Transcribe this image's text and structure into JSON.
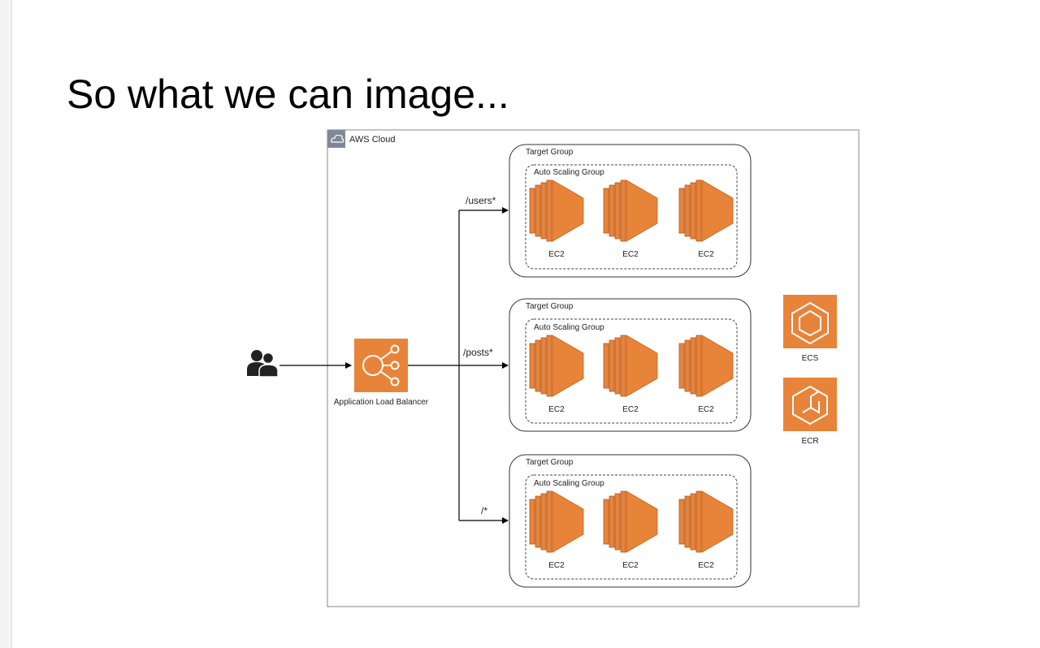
{
  "slide": {
    "title": "So what we can image..."
  },
  "diagram": {
    "cloud_label": "AWS Cloud",
    "load_balancer_label": "Application Load Balancer",
    "target_groups": [
      {
        "route": "/users*",
        "group_label": "Target Group",
        "asg_label": "Auto Scaling Group",
        "instances": [
          {
            "label": "EC2"
          },
          {
            "label": "EC2"
          },
          {
            "label": "EC2"
          }
        ]
      },
      {
        "route": "/posts*",
        "group_label": "Target Group",
        "asg_label": "Auto Scaling Group",
        "instances": [
          {
            "label": "EC2"
          },
          {
            "label": "EC2"
          },
          {
            "label": "EC2"
          }
        ]
      },
      {
        "route": "/*",
        "group_label": "Target Group",
        "asg_label": "Auto Scaling Group",
        "instances": [
          {
            "label": "EC2"
          },
          {
            "label": "EC2"
          },
          {
            "label": "EC2"
          }
        ]
      }
    ],
    "services": [
      {
        "label": "ECS",
        "icon": "ecs-icon"
      },
      {
        "label": "ECR",
        "icon": "ecr-icon"
      }
    ],
    "colors": {
      "aws_orange": "#e8833a",
      "aws_orange_dark": "#c4651f",
      "border": "#888888",
      "users": "#222222"
    }
  }
}
